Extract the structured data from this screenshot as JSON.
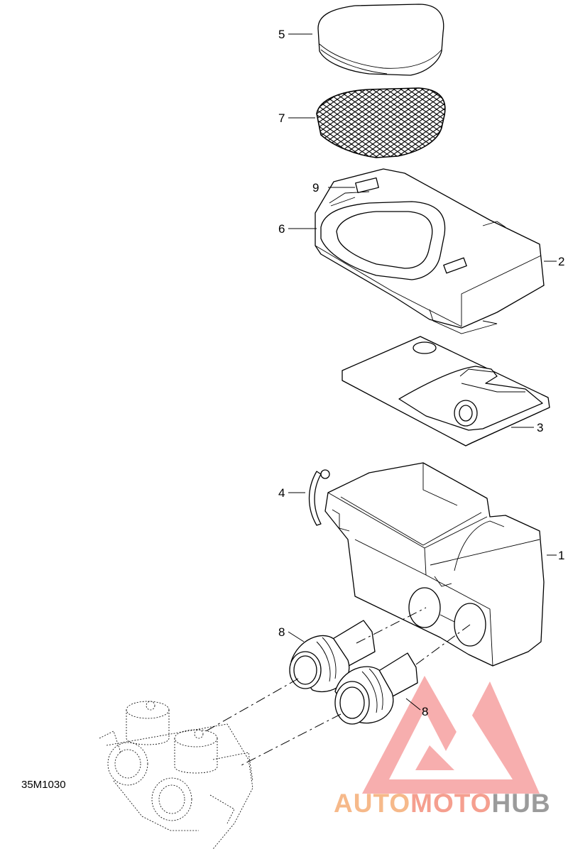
{
  "figure_ref": "35M1030",
  "callouts": {
    "c1": "1",
    "c2": "2",
    "c3": "3",
    "c4": "4",
    "c5": "5",
    "c6": "6",
    "c7": "7",
    "c8a": "8",
    "c8b": "8",
    "c9": "9"
  },
  "watermark": {
    "part1": "AUTO",
    "part2": "MOTO",
    "part3": "HUB",
    "color_auto": "#f6b98a",
    "color_moto": "#f59f8f",
    "color_hub": "#9b9b9b",
    "logo_color": "#f26d6d"
  }
}
